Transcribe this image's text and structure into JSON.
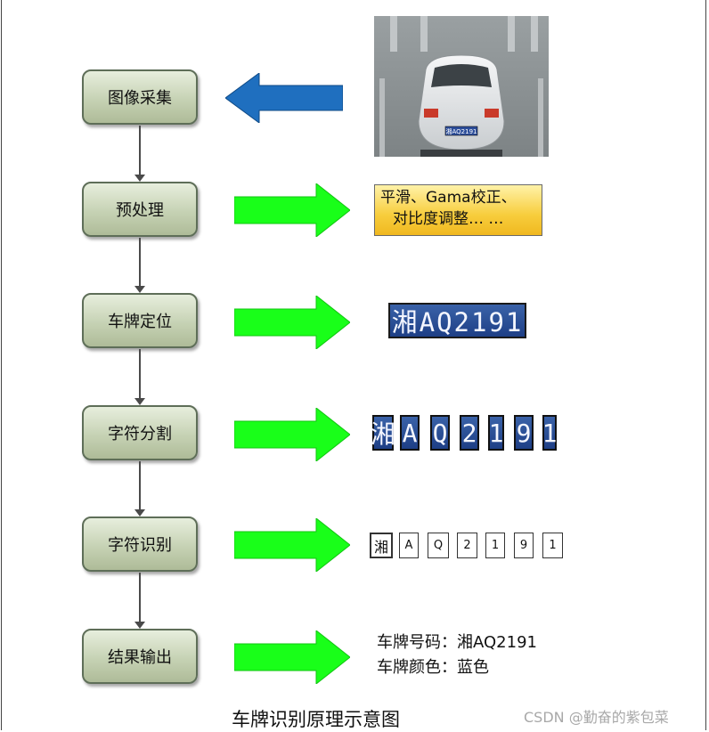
{
  "steps": [
    {
      "label": "图像采集"
    },
    {
      "label": "预处理"
    },
    {
      "label": "车牌定位"
    },
    {
      "label": "字符分割"
    },
    {
      "label": "字符识别"
    },
    {
      "label": "结果输出"
    }
  ],
  "photo": {
    "plate_text": "湘AQ2191"
  },
  "preprocess": {
    "line1": "平滑、Gama校正、",
    "line2": "对比度调整…  …"
  },
  "plate": {
    "text": "湘AQ2191"
  },
  "segments": [
    "湘",
    "A",
    "Q",
    "2",
    "1",
    "9",
    "1"
  ],
  "characters": [
    "湘",
    "A",
    "Q",
    "2",
    "1",
    "9",
    "1"
  ],
  "result": {
    "number_line": "车牌号码：湘AQ2191",
    "color_line": "车牌颜色：蓝色"
  },
  "caption": "车牌识别原理示意图",
  "watermark": "CSDN @勤奋的紫包菜",
  "colors": {
    "step_fill": "#c6d2b4",
    "step_border": "#5e6e58",
    "green_arrow": "#19ff19",
    "blue_arrow": "#1f6fbf",
    "process_fill": "#f7cd3c",
    "plate_blue": "#1e3f86"
  }
}
